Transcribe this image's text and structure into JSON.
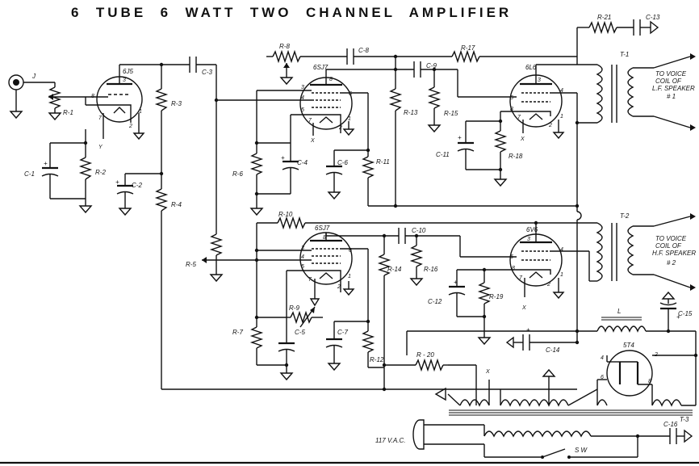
{
  "title": "6  TUBE  6  WATT  TWO  CHANNEL  AMPLIFIER",
  "tubes": {
    "v1": "6J5",
    "v2": "6SJ7",
    "v3": "6L6",
    "v4": "6SJ7",
    "v5": "6V6",
    "rect": "5T4"
  },
  "resistors": {
    "r1": "R-1",
    "r2": "R-2",
    "r3": "R-3",
    "r4": "R-4",
    "r5": "R-5",
    "r6": "R-6",
    "r7": "R-7",
    "r8": "R-8",
    "r9": "R-9",
    "r10": "R-10",
    "r11": "R-11",
    "r12": "R-12",
    "r13": "R-13",
    "r14": "R-14",
    "r15": "R-15",
    "r16": "R-16",
    "r17": "R-17",
    "r18": "R-18",
    "r19": "R-19",
    "r20": "R - 20",
    "r21": "R-21"
  },
  "capacitors": {
    "c1": "C-1",
    "c2": "C-2",
    "c3": "C-3",
    "c4": "C-4",
    "c5": "C-5",
    "c6": "C-6",
    "c7": "C-7",
    "c8": "C-8",
    "c9": "C-9",
    "c10": "C-10",
    "c11": "C-11",
    "c12": "C-12",
    "c13": "C-13",
    "c14": "C-14",
    "c15": "C-15",
    "c16": "C-16"
  },
  "transformers": {
    "t1": "T-1",
    "t2": "T-2",
    "t3": "T-3"
  },
  "misc": {
    "jack": "J",
    "choke": "L",
    "switch": "S W",
    "mains": "117 V.A.C.",
    "x_mark": "X",
    "y_mark": "Y"
  },
  "outputs": {
    "lf": [
      "TO VOICE",
      "COIL OF",
      "L.F. SPEAKER",
      "# 1"
    ],
    "hf": [
      "TO VOICE",
      "COIL OF",
      "H.F. SPEAKER",
      "# 2"
    ]
  },
  "pins": {
    "v1": [
      "3",
      "8",
      "7",
      "2",
      "1"
    ],
    "v2": [
      "8",
      "3",
      "4",
      "5",
      "6",
      "7",
      "2",
      "1"
    ],
    "v3": [
      "3",
      "4",
      "5",
      "8",
      "7",
      "2",
      "1"
    ],
    "v4": [
      "8",
      "3",
      "4",
      "5",
      "6",
      "7",
      "2",
      "1"
    ],
    "v5": [
      "3",
      "4",
      "5",
      "8",
      "7",
      "2",
      "1"
    ],
    "rect": [
      "4",
      "2",
      "6",
      "8"
    ]
  }
}
